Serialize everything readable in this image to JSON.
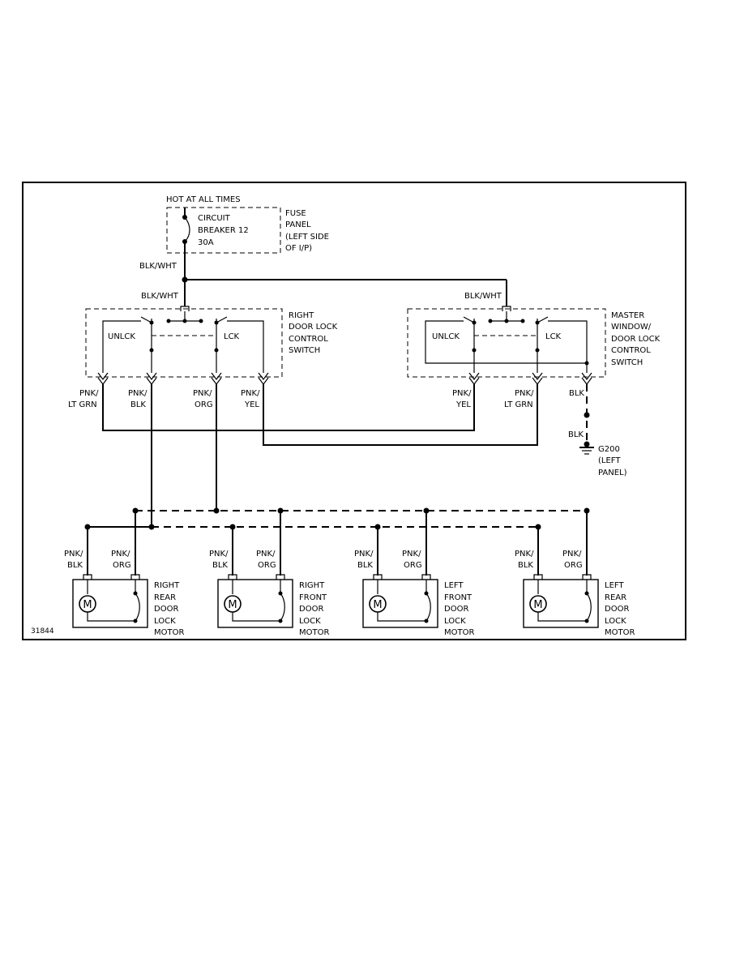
{
  "figure_id": "31844",
  "power_source": {
    "hot_label": "HOT AT ALL TIMES",
    "breaker_lines": [
      "CIRCUIT",
      "BREAKER 12",
      "30A"
    ],
    "fuse_panel_lines": [
      "FUSE",
      "PANEL",
      "(LEFT SIDE",
      "OF I/P)"
    ]
  },
  "wires": {
    "feed_top": "BLK/WHT",
    "feed_right_switch": "BLK/WHT",
    "feed_master_switch": "BLK/WHT"
  },
  "right_switch": {
    "title_lines": [
      "RIGHT",
      "DOOR LOCK",
      "CONTROL",
      "SWITCH"
    ],
    "unlock_label": "UNLCK",
    "lock_label": "LCK",
    "terminals": [
      {
        "line1": "PNK/",
        "line2": "LT GRN"
      },
      {
        "line1": "PNK/",
        "line2": "BLK"
      },
      {
        "line1": "PNK/",
        "line2": "ORG"
      },
      {
        "line1": "PNK/",
        "line2": "YEL"
      }
    ]
  },
  "master_switch": {
    "title_lines": [
      "MASTER",
      "WINDOW/",
      "DOOR LOCK",
      "CONTROL",
      "SWITCH"
    ],
    "unlock_label": "UNLCK",
    "lock_label": "LCK",
    "terminals": [
      {
        "line1": "PNK/",
        "line2": "YEL"
      },
      {
        "line1": "PNK/",
        "line2": "LT GRN"
      },
      {
        "line1": "BLK",
        "line2": ""
      }
    ]
  },
  "ground": {
    "wire_label": "BLK",
    "id": "G200",
    "location_lines": [
      "(LEFT",
      "PANEL)"
    ]
  },
  "motors": [
    {
      "symbol": "M",
      "title_lines": [
        "RIGHT",
        "REAR",
        "DOOR",
        "LOCK",
        "MOTOR"
      ],
      "wire_a": [
        "PNK/",
        "BLK"
      ],
      "wire_b": [
        "PNK/",
        "ORG"
      ]
    },
    {
      "symbol": "M",
      "title_lines": [
        "RIGHT",
        "FRONT",
        "DOOR",
        "LOCK",
        "MOTOR"
      ],
      "wire_a": [
        "PNK/",
        "BLK"
      ],
      "wire_b": [
        "PNK/",
        "ORG"
      ]
    },
    {
      "symbol": "M",
      "title_lines": [
        "LEFT",
        "FRONT",
        "DOOR",
        "LOCK",
        "MOTOR"
      ],
      "wire_a": [
        "PNK/",
        "BLK"
      ],
      "wire_b": [
        "PNK/",
        "ORG"
      ]
    },
    {
      "symbol": "M",
      "title_lines": [
        "LEFT",
        "REAR",
        "DOOR",
        "LOCK",
        "MOTOR"
      ],
      "wire_a": [
        "PNK/",
        "BLK"
      ],
      "wire_b": [
        "PNK/",
        "ORG"
      ]
    }
  ]
}
